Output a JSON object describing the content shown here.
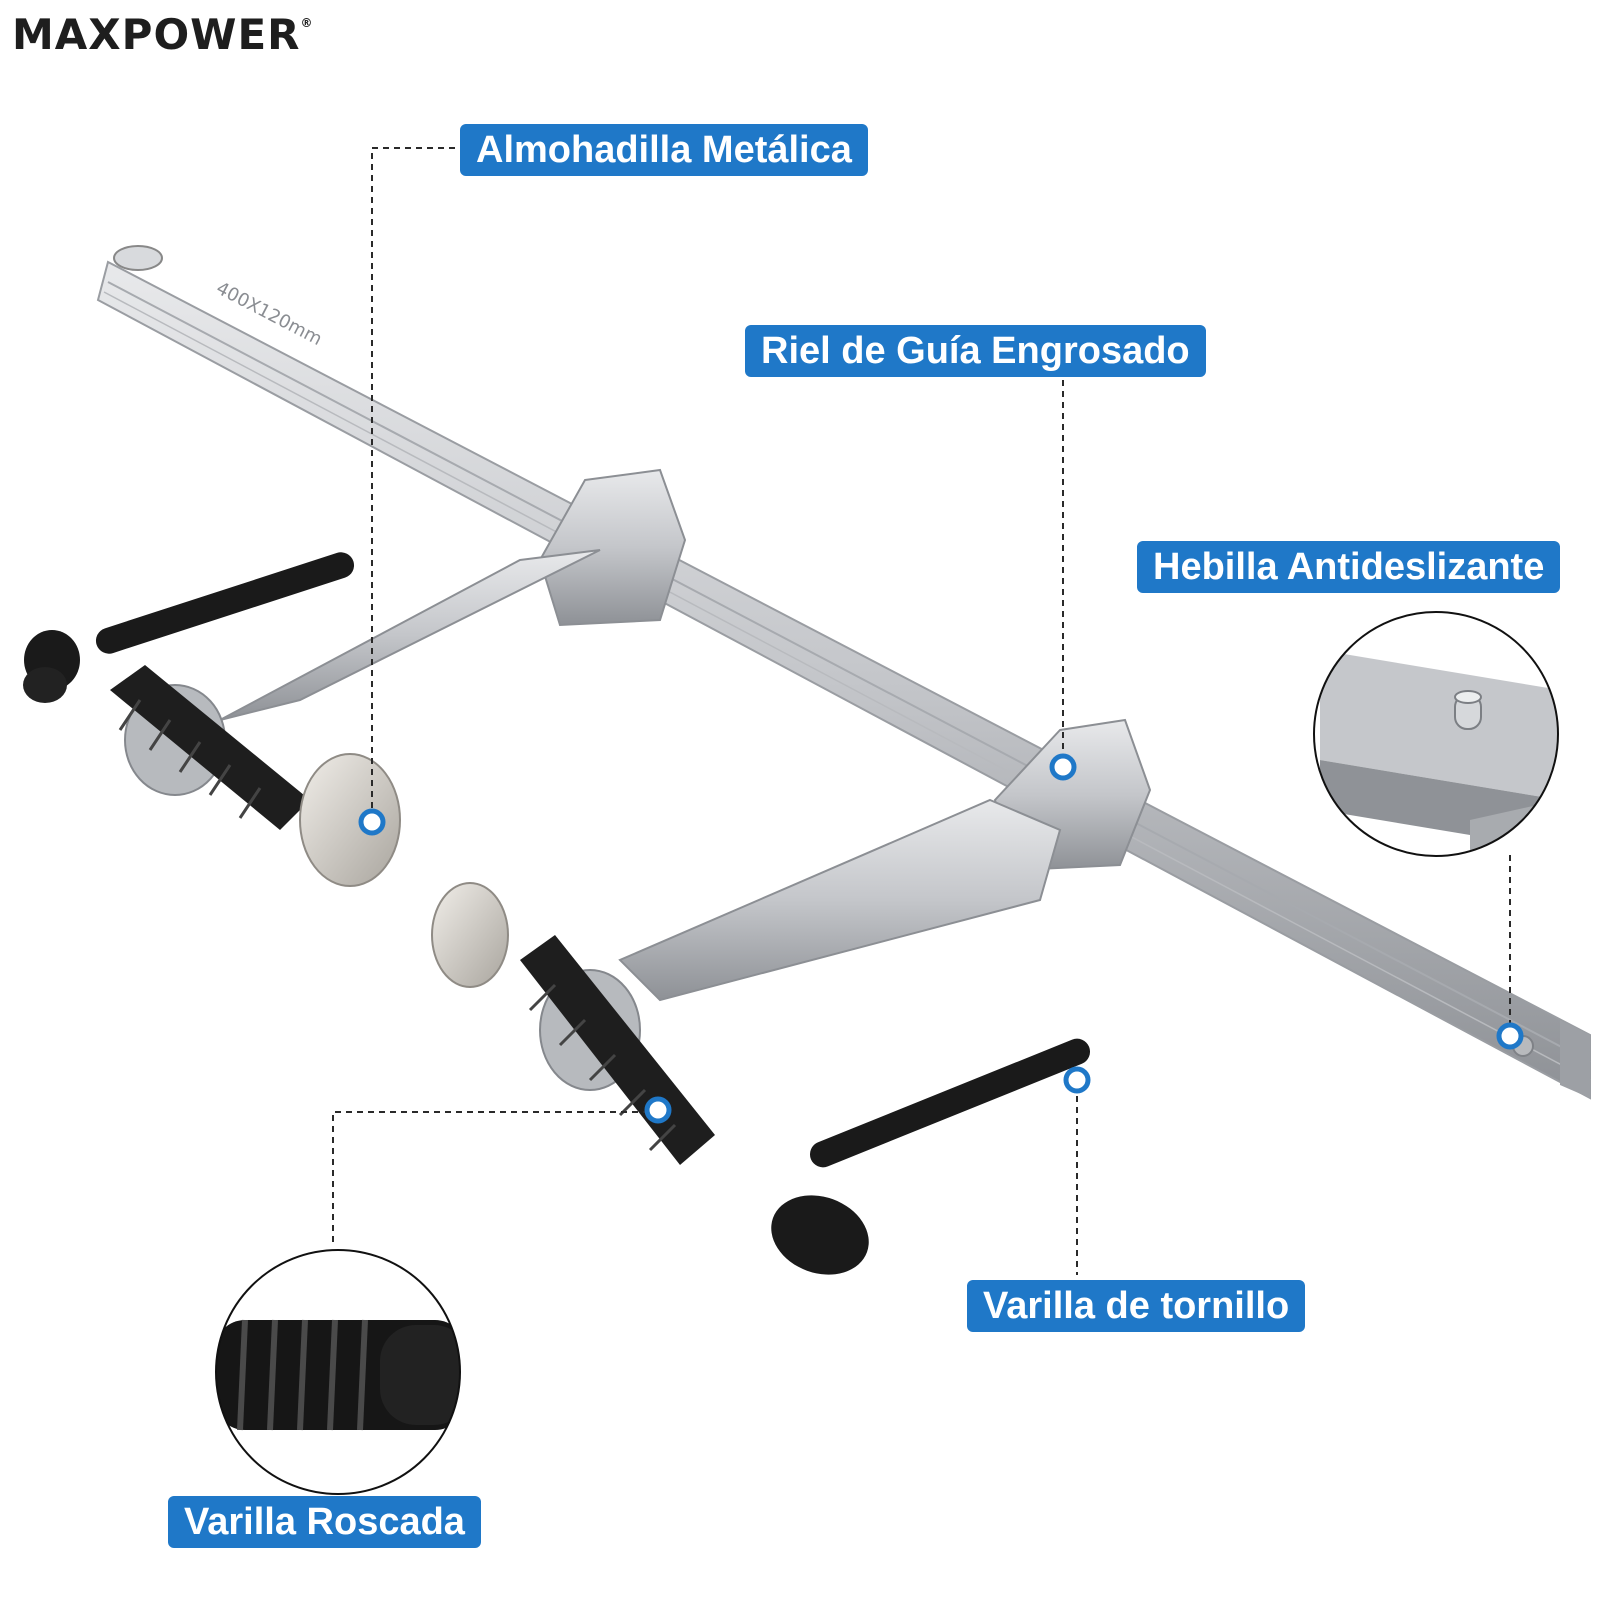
{
  "brand": {
    "logo_text": "MAXPOWER",
    "trademark": "®"
  },
  "callouts": {
    "almohadilla": "Almohadilla Metálica",
    "riel": "Riel de Guía Engrosado",
    "hebilla": "Hebilla Antideslizante",
    "tornillo": "Varilla de tornillo",
    "roscada": "Varilla Roscada"
  },
  "product": {
    "bar_engraving": "400X120mm"
  },
  "colors": {
    "label_blue": "#1f78c8",
    "steel": "#c9cbcf",
    "handle_black": "#1b1b1b",
    "background": "#ffffff"
  }
}
